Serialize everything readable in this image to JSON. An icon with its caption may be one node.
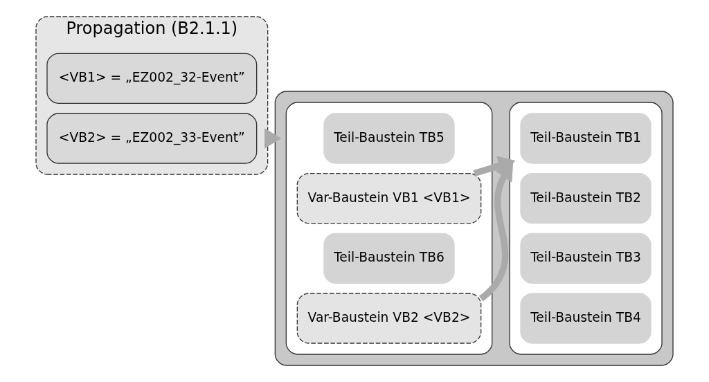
{
  "diagram": {
    "nodes": [
      {
        "text": [
          "Propagation (B2.1.1)"
        ]
      },
      {
        "text": [
          "<VB1> = „EZ002_32-Event”"
        ],
        "in": 0
      },
      {
        "text": [
          "<VB2> = „EZ002_33-Event”"
        ],
        "in": 0
      },
      {
        "text": [],
        "shape": "box"
      },
      {
        "text": [],
        "shape": "box",
        "in": 3
      },
      {
        "text": [
          "Teil-Baustein TB5"
        ],
        "in": 4
      },
      {
        "text": [
          "Var-Baustein VB1 <VB1>"
        ],
        "in": 4
      },
      {
        "text": [
          "Teil-Baustein TB6"
        ],
        "in": 4
      },
      {
        "text": [
          "Var-Baustein VB2 <VB2>"
        ],
        "in": 4
      },
      {
        "text": [],
        "shape": "box",
        "in": 3
      },
      {
        "text": [
          "Teil-Baustein TB1"
        ],
        "in": 9
      },
      {
        "text": [
          "Teil-Baustein TB2"
        ],
        "in": 9
      },
      {
        "text": [
          "Teil-Baustein TB3"
        ],
        "in": 9
      },
      {
        "text": [
          "Teil-Baustein TB4"
        ],
        "in": 9
      }
    ],
    "edges": [
      {
        "from": 0,
        "to": 3,
        "arrow": "to"
      },
      {
        "from": 6,
        "to": 9,
        "arrow": "to"
      },
      {
        "from": 8,
        "to": 9,
        "arrow": "to"
      }
    ]
  }
}
